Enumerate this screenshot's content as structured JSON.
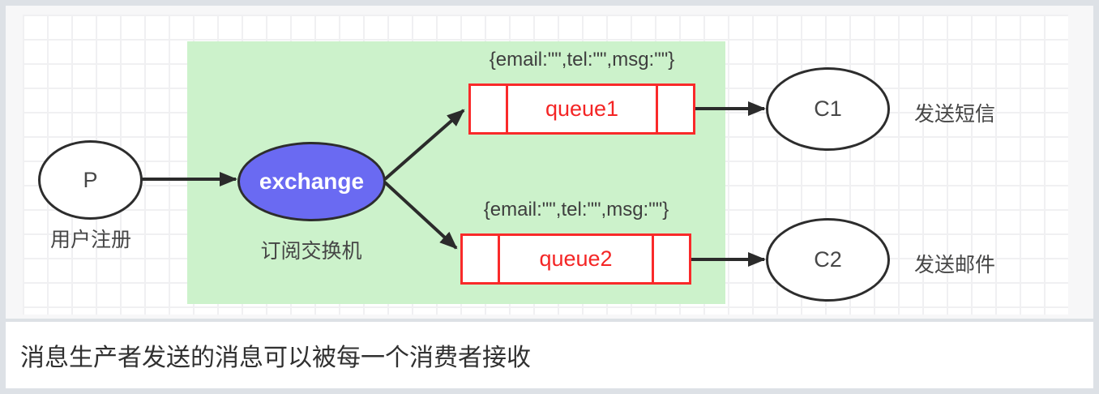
{
  "colors": {
    "frame_border": "#dde1e6",
    "canvas_bg": "#f7f7f8",
    "grid_line": "#f0f0f2",
    "page_bg": "#ffffff",
    "fanout_panel_green": "#ccf2cb",
    "exchange_fill": "#6a6af2",
    "exchange_text": "#ffffff",
    "node_stroke": "#2d2d2d",
    "queue_red": "#f92a2a",
    "arrow_black": "#2b2b2b",
    "label_gray": "#454545",
    "caption_dark": "#303030"
  },
  "diagram": {
    "producer": {
      "label": "P",
      "caption": "用户注册"
    },
    "exchange": {
      "label": "exchange",
      "caption": "订阅交换机"
    },
    "queue1": {
      "label": "queue1",
      "message": "{email:\"\",tel:\"\",msg:\"\"}"
    },
    "queue2": {
      "label": "queue2",
      "message": "{email:\"\",tel:\"\",msg:\"\"}"
    },
    "consumer1": {
      "label": "C1",
      "caption": "发送短信"
    },
    "consumer2": {
      "label": "C2",
      "caption": "发送邮件"
    }
  },
  "caption": "消息生产者发送的消息可以被每一个消费者接收"
}
